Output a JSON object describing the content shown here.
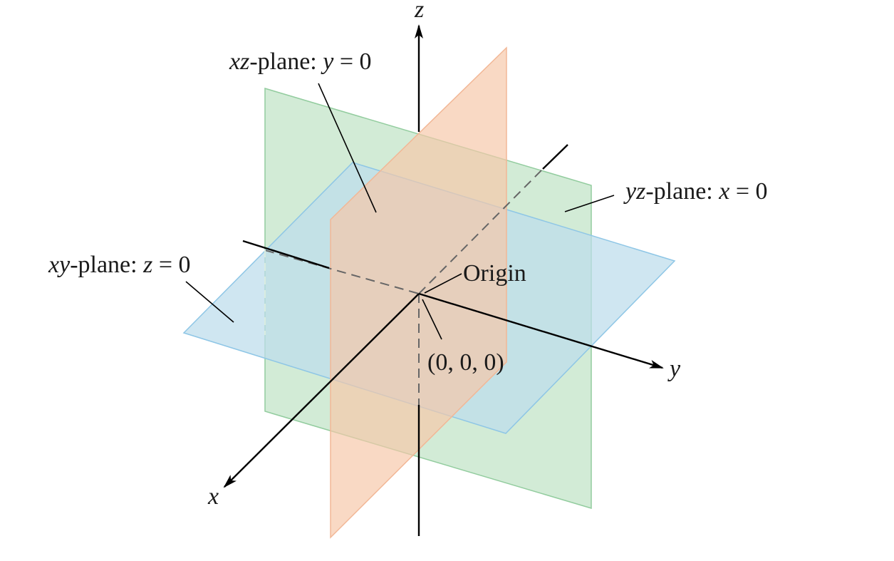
{
  "colors": {
    "xy_plane": "#bcdcec",
    "xz_plane": "#f6c7a8",
    "yz_plane": "#c3e4c8",
    "axis": "#000000",
    "hidden_axis": "#666666"
  },
  "axes": {
    "x": "x",
    "y": "y",
    "z": "z"
  },
  "planes": {
    "xz": {
      "var": "xz",
      "text": "-plane: ",
      "eqvar": "y",
      "eqrest": " = 0"
    },
    "yz": {
      "var": "yz",
      "text": "-plane: ",
      "eqvar": "x",
      "eqrest": " = 0"
    },
    "xy": {
      "var": "xy",
      "text": "-plane: ",
      "eqvar": "z",
      "eqrest": " = 0"
    }
  },
  "origin": {
    "label": "Origin",
    "coords": "(0, 0, 0)"
  }
}
